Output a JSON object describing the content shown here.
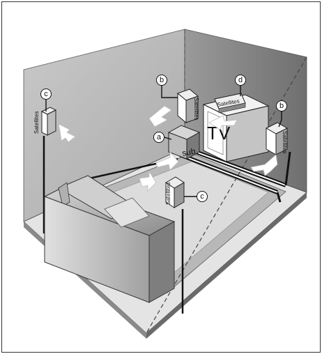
{
  "labels": {
    "tv": "TV",
    "sub": "sub",
    "satellites": "Satellites"
  },
  "callouts": {
    "a": "a",
    "b": "b",
    "c": "c",
    "d": "d"
  },
  "colors": {
    "wall_back": "#b9b9b9",
    "wall_right": "#8c8c8c",
    "floor": "#ededed",
    "carpet": "#cfcfcf",
    "carpet_inner": "#e6e6e6",
    "outline": "#222222"
  }
}
